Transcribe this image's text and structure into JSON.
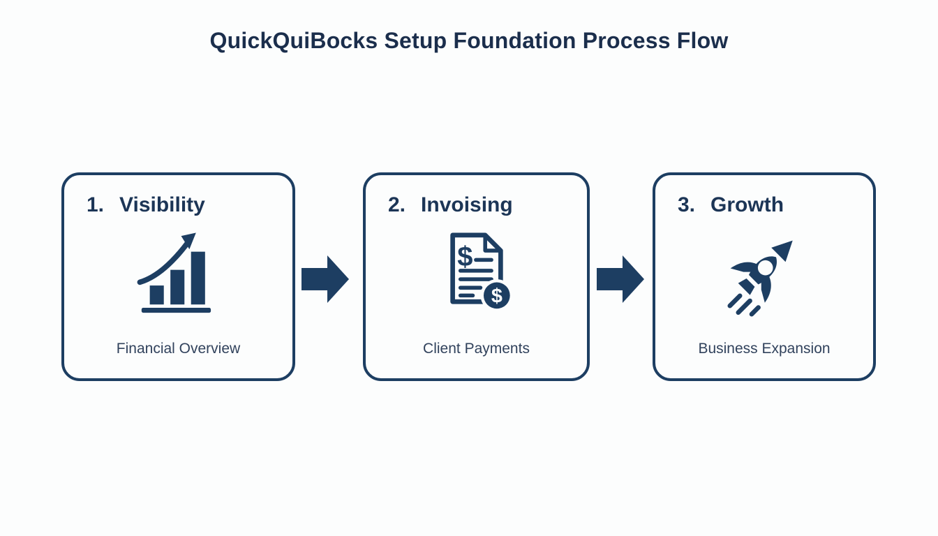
{
  "title": "QuickQuiBocks Setup Foundation Process Flow",
  "colors": {
    "navy": "#1d3e62",
    "background": "#fcfdfd",
    "title_text": "#1b2e4c",
    "caption_text": "#31425c"
  },
  "steps": [
    {
      "number": "1.",
      "label": "Visibility",
      "caption": "Financial Overview",
      "icon": "bar-chart-growth-icon"
    },
    {
      "number": "2.",
      "label": "Invoising",
      "caption": "Client Payments",
      "icon": "invoice-payment-icon"
    },
    {
      "number": "3.",
      "label": "Growth",
      "caption": "Business Expansion",
      "icon": "rocket-icon"
    }
  ],
  "connectors": [
    {
      "icon": "right-arrow-icon"
    },
    {
      "icon": "right-arrow-icon"
    }
  ]
}
